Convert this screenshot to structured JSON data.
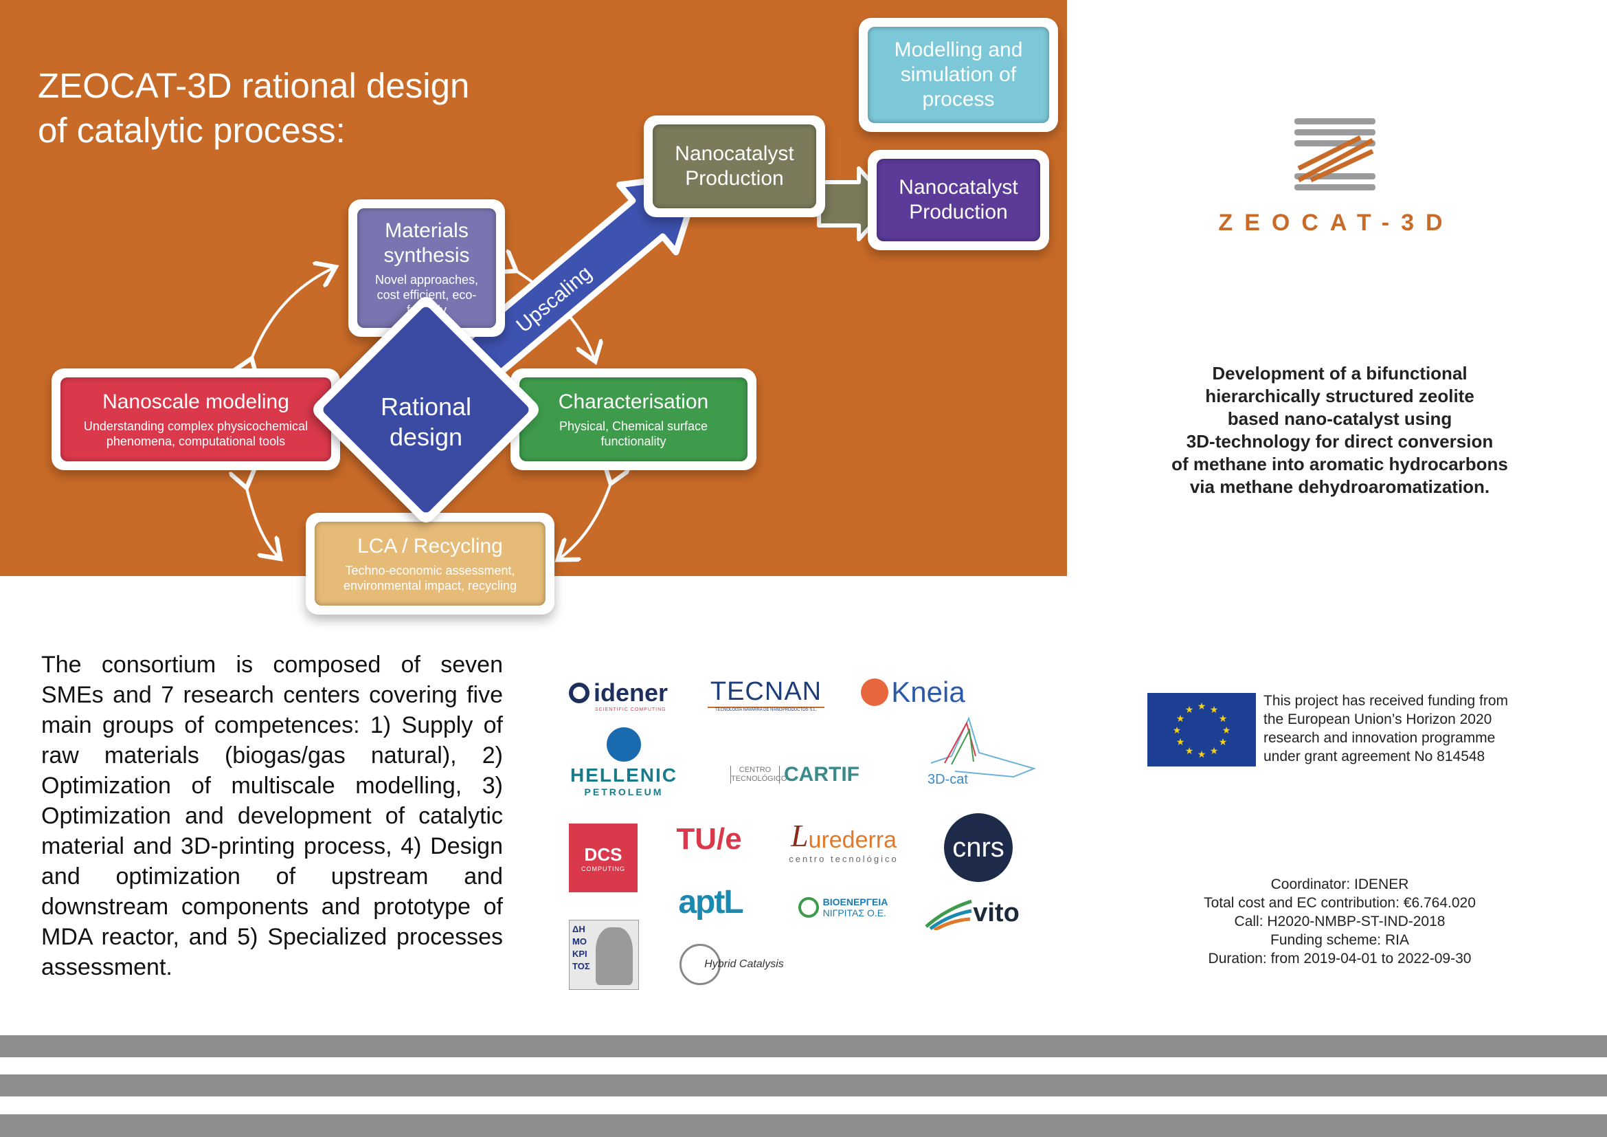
{
  "title": "ZEOCAT-3D  rational  design\nof catalytic process:",
  "diagram": {
    "center": "Rational\ndesign",
    "arrow_label": "Upscaling",
    "nodes": {
      "materials": {
        "title": "Materials\nsynthesis",
        "subtitle": "Novel approaches, cost efficient, eco-friendly",
        "color": "#7a75b0"
      },
      "nanoscale": {
        "title": "Nanoscale modeling",
        "subtitle": "Understanding complex physicochemical phenomena, computational tools",
        "color": "#d9394b"
      },
      "characterisation": {
        "title": "Characterisation",
        "subtitle": "Physical, Chemical surface functionality",
        "color": "#3e9b4b"
      },
      "lca": {
        "title": "LCA / Recycling",
        "subtitle": "Techno-economic assessment, environmental impact, recycling",
        "color": "#e5bb77"
      },
      "production_a": {
        "title": "Nanocatalyst\nProduction",
        "color": "#7b7a5a"
      },
      "production_b": {
        "title": "Nanocatalyst\nProduction",
        "color": "#5b3a98"
      },
      "modelling": {
        "title": "Modelling and\nsimulation of\nprocess",
        "color": "#7cc8d8"
      }
    }
  },
  "brand": {
    "name": "ZEOCAT-3D",
    "color": "#c96b28"
  },
  "description": "Development of a bifunctional\nhierarchically structured zeolite\nbased nano-catalyst using\n3D-technology for direct conversion\nof methane into aromatic hydrocarbons\nvia methane dehydroaromatization.",
  "consortium_text": "The consortium is composed of seven SMEs and 7 research centers covering five main groups of competences: 1) Supply of raw materials (biogas/gas natural), 2) Optimization of multiscale modelling, 3) Optimization and development of catalytic material and 3D-printing process, 4) Design and optimization of upstream and downstream components and prototype of MDA reactor, and 5) Specialized processes assessment.",
  "partners": {
    "idener": "idener",
    "idener_sub": "SCIENTIFIC COMPUTING",
    "tecnan": "TECNAN",
    "tecnan_sub": "TECNOLOGÍA NAVARRA DE NANOPRODUCTOS S.L.",
    "kneia": "Kneia",
    "hellenic": "HELLENIC",
    "hellenic_sub": "PETROLEUM",
    "cartif_small": "CENTRO TECNOLÓGICO",
    "cartif": "CARTIF",
    "cat3d": "3D-cat",
    "dcs": "DCS",
    "dcs_sub": "COMPUTING",
    "tue": "TU/e",
    "lurederra": "urederra",
    "lurederra_sub": "centro tecnológico",
    "cnrs": "cnrs",
    "aptl": "aptL",
    "bio": "ΒΙΟΕΝΕΡΓΕΙΑ",
    "bio_sub": "ΝΙΓΡΙΤΑΣ Ο.Ε.",
    "vito": "vito",
    "demokritos": "ΔΗ ΜΟ ΚΡΙ ΤΟΣ",
    "hybrid": "Hybrid Catalysis"
  },
  "eu_text": "This project has received funding from\nthe European Union’s Horizon 2020\nresearch and innovation programme\nunder grant agreement No 814548",
  "coordinator": [
    "Coordinator: IDENER",
    "Total cost and EC contribution: €6.764.020",
    "Call: H2020-NMBP-ST-IND-2018",
    "Funding scheme: RIA",
    "Duration: from 2019-04-01 to 2022-09-30"
  ]
}
